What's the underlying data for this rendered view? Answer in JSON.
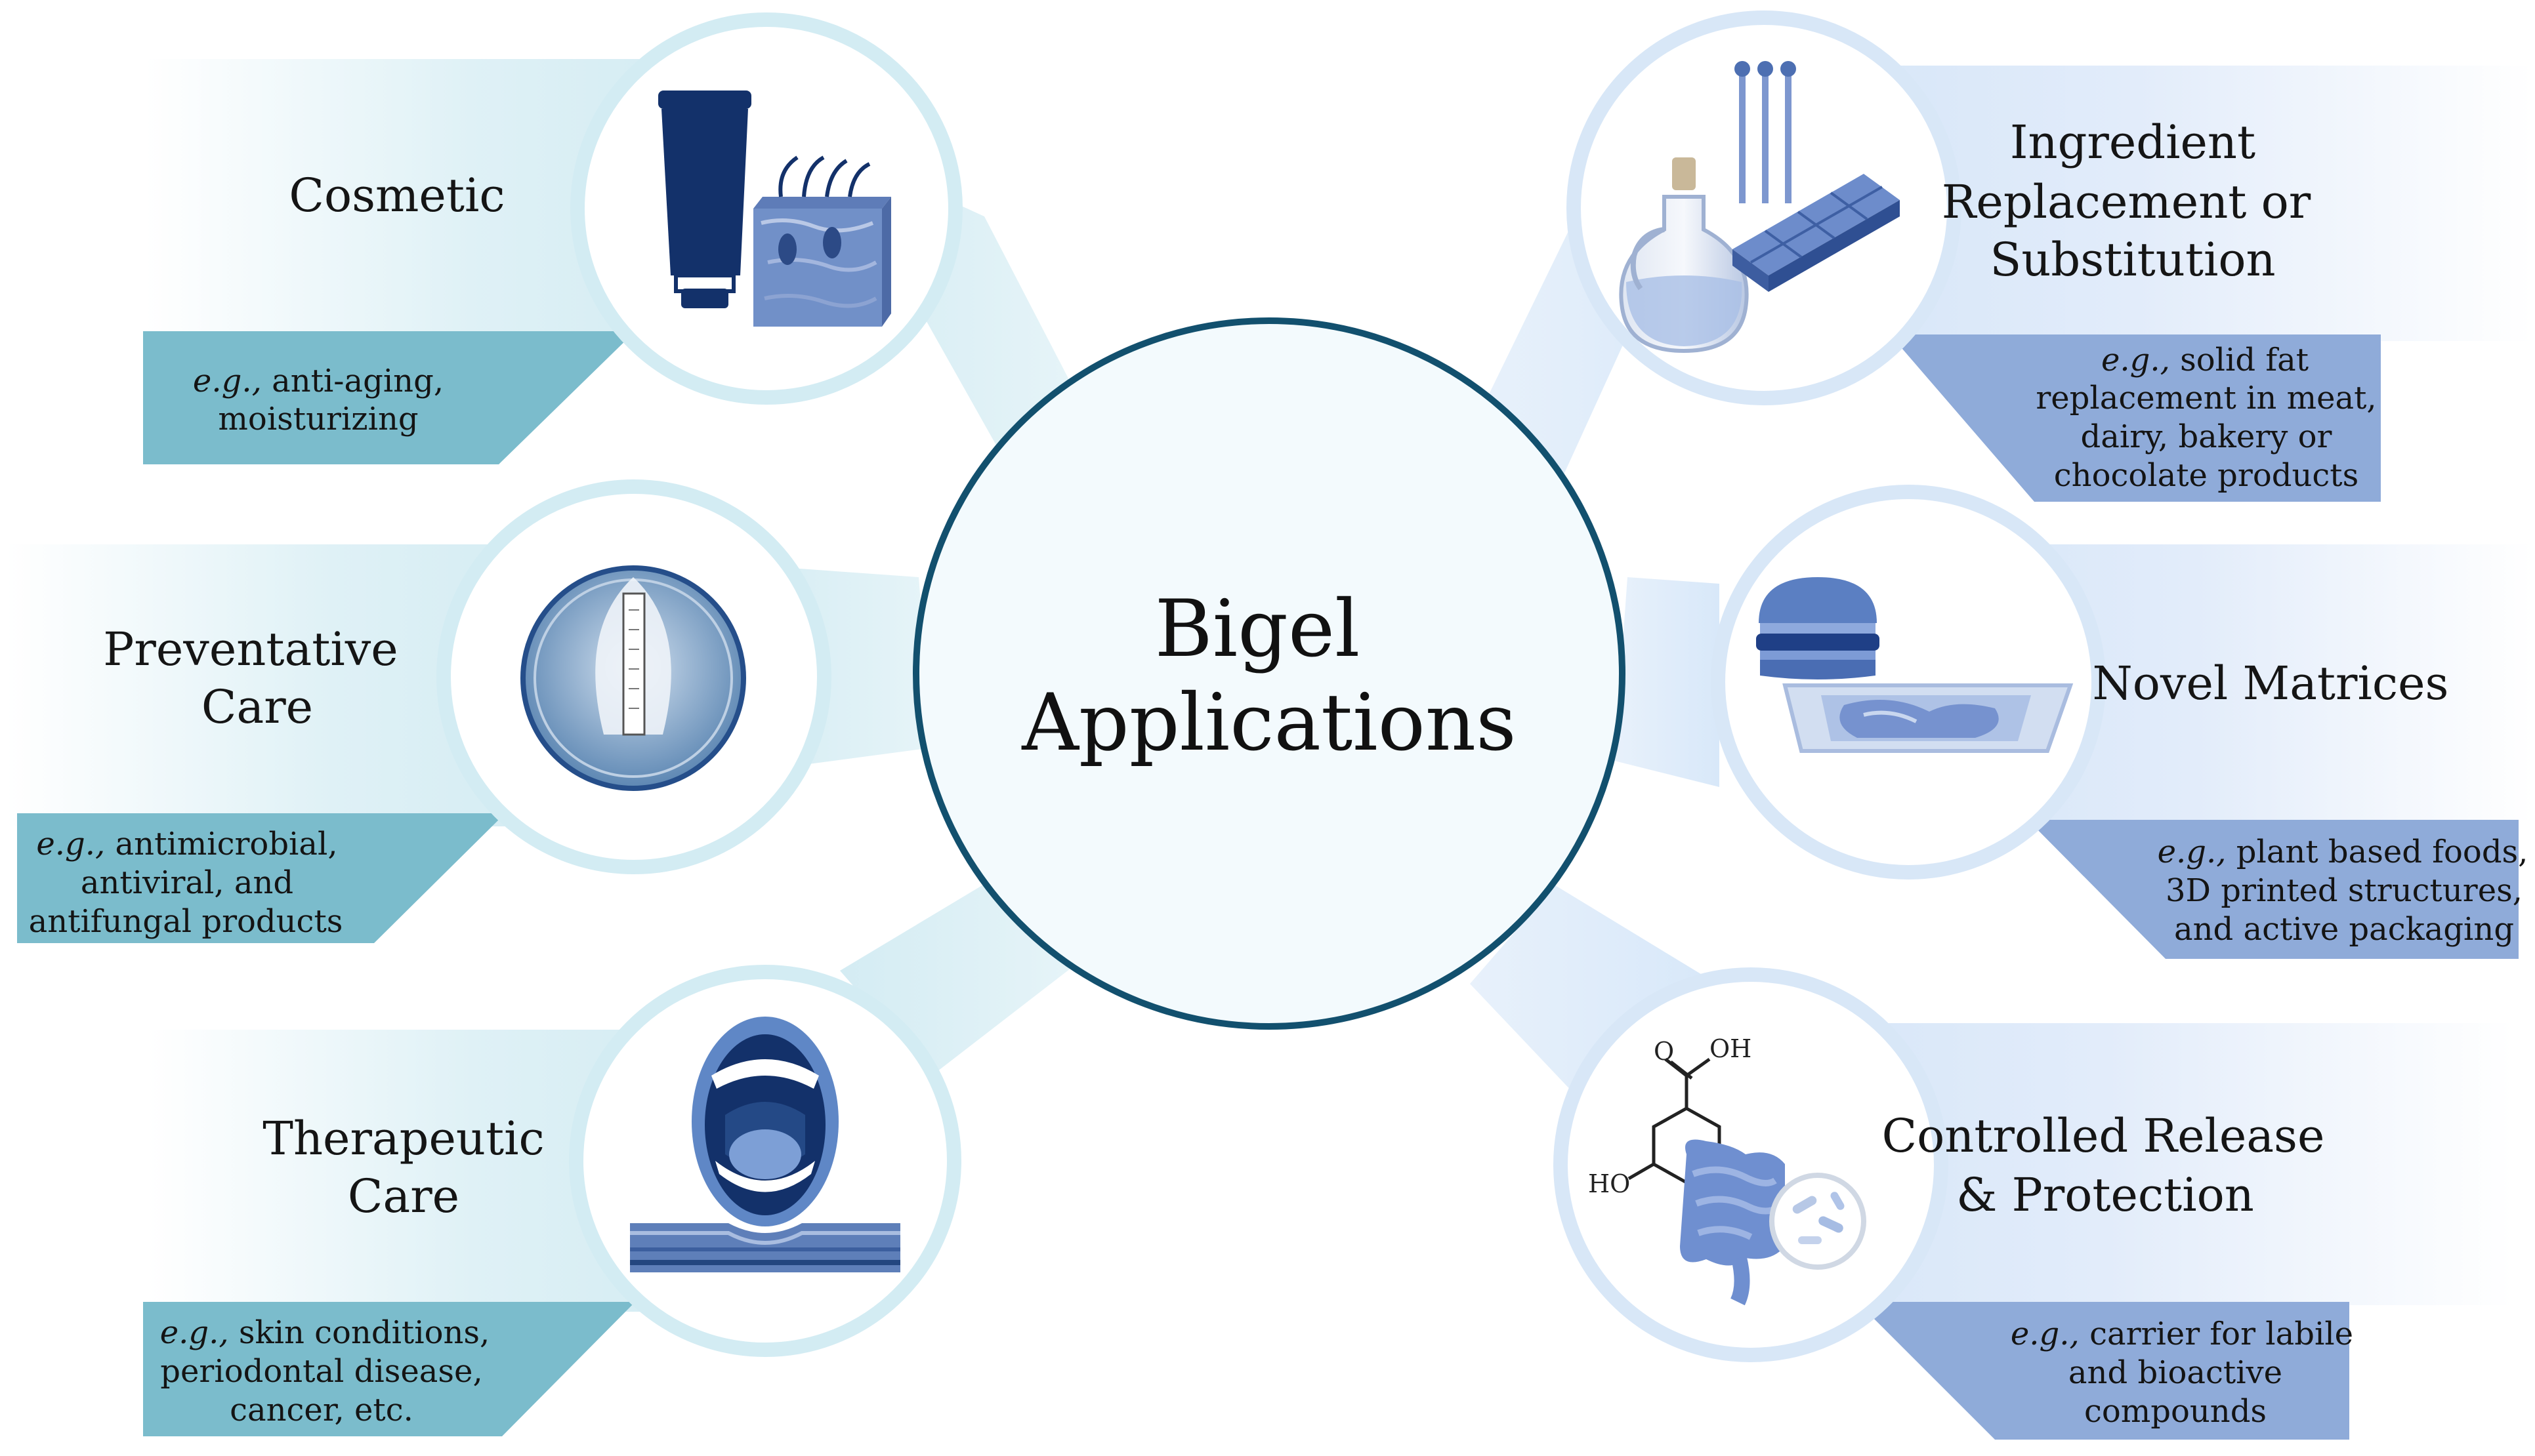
{
  "center": {
    "title_line1": "Bigel",
    "title_line2": "Applications"
  },
  "colors": {
    "left_accent": "#7bbccc",
    "left_band": "#d8eef4",
    "right_accent": "#8fabd9",
    "right_band": "#dce9f8",
    "center_ring": "#12506e",
    "center_fill": "#f3fafd",
    "icon_ring": "#d6eef4",
    "icon_dark": "#13316a",
    "icon_mid": "#5c85c8"
  },
  "applications": [
    {
      "side": "left",
      "title_lines": [
        "Cosmetic"
      ],
      "example_prefix": "e.g.,",
      "example_lines": [
        "anti-aging,",
        "moisturizing"
      ],
      "icon": "lotion-tube-and-skin-icon"
    },
    {
      "side": "left",
      "title_lines": [
        "Preventative",
        "Care"
      ],
      "example_prefix": "e.g.,",
      "example_lines": [
        "antimicrobial,",
        "antiviral, and",
        "antifungal products"
      ],
      "icon": "petri-dish-icon"
    },
    {
      "side": "left",
      "title_lines": [
        "Therapeutic",
        "Care"
      ],
      "example_prefix": "e.g.,",
      "example_lines": [
        "skin conditions,",
        "periodontal disease,",
        "cancer, etc."
      ],
      "icon": "mouth-and-tissue-icon"
    },
    {
      "side": "right",
      "title_lines": [
        "Ingredient",
        "Replacement or",
        "Substitution"
      ],
      "example_prefix": "e.g.,",
      "example_lines": [
        "solid fat",
        "replacement in meat,",
        "dairy, bakery or",
        "chocolate products"
      ],
      "icon": "oil-and-chocolate-icon"
    },
    {
      "side": "right",
      "title_lines": [
        "Novel Matrices"
      ],
      "example_prefix": "e.g.,",
      "example_lines": [
        "plant based foods,",
        "3D printed structures,",
        "and active packaging"
      ],
      "icon": "burger-and-packaged-meat-icon"
    },
    {
      "side": "right",
      "title_lines": [
        "Controlled Release",
        "& Protection"
      ],
      "example_prefix": "e.g.,",
      "example_lines": [
        "carrier for labile",
        "and bioactive",
        "compounds"
      ],
      "icon": "molecule-and-intestine-icon"
    }
  ],
  "molecule_labels": {
    "top": "O",
    "top_right": "OH",
    "bottom_left": "HO"
  }
}
